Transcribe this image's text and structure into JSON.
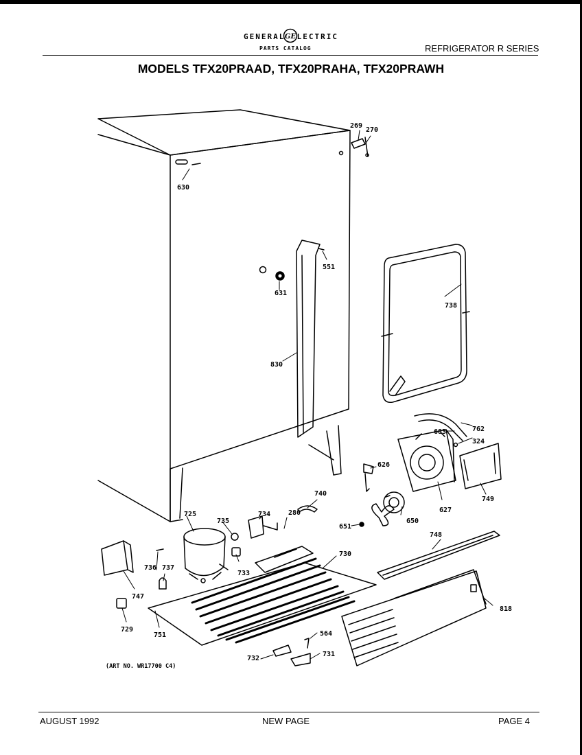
{
  "header": {
    "brand_name": "GENERAL ELECTRIC",
    "brand_sub": "PARTS CATALOG",
    "series": "REFRIGERATOR  R  SERIES",
    "models_title": "MODELS TFX20PRAAD, TFX20PRAHA, TFX20PRAWH"
  },
  "diagram": {
    "callouts": {
      "c269": "269",
      "c270": "270",
      "c630": "630",
      "c551": "551",
      "c631": "631",
      "c738": "738",
      "c830": "830",
      "c762": "762",
      "c683": "683",
      "c324": "324",
      "c626": "626",
      "c749": "749",
      "c627": "627",
      "c740": "740",
      "c651": "651",
      "c650": "650",
      "c725": "725",
      "c735": "735",
      "c734": "734",
      "c280": "280",
      "c730": "730",
      "c748": "748",
      "c736": "736",
      "c737": "737",
      "c733": "733",
      "c747": "747",
      "c729": "729",
      "c751": "751",
      "c818": "818",
      "c564": "564",
      "c732": "732",
      "c731": "731"
    },
    "art_no": "(ART NO. WR17700 C4)"
  },
  "footer": {
    "date": "AUGUST 1992",
    "status": "NEW PAGE",
    "page": "PAGE 4"
  }
}
